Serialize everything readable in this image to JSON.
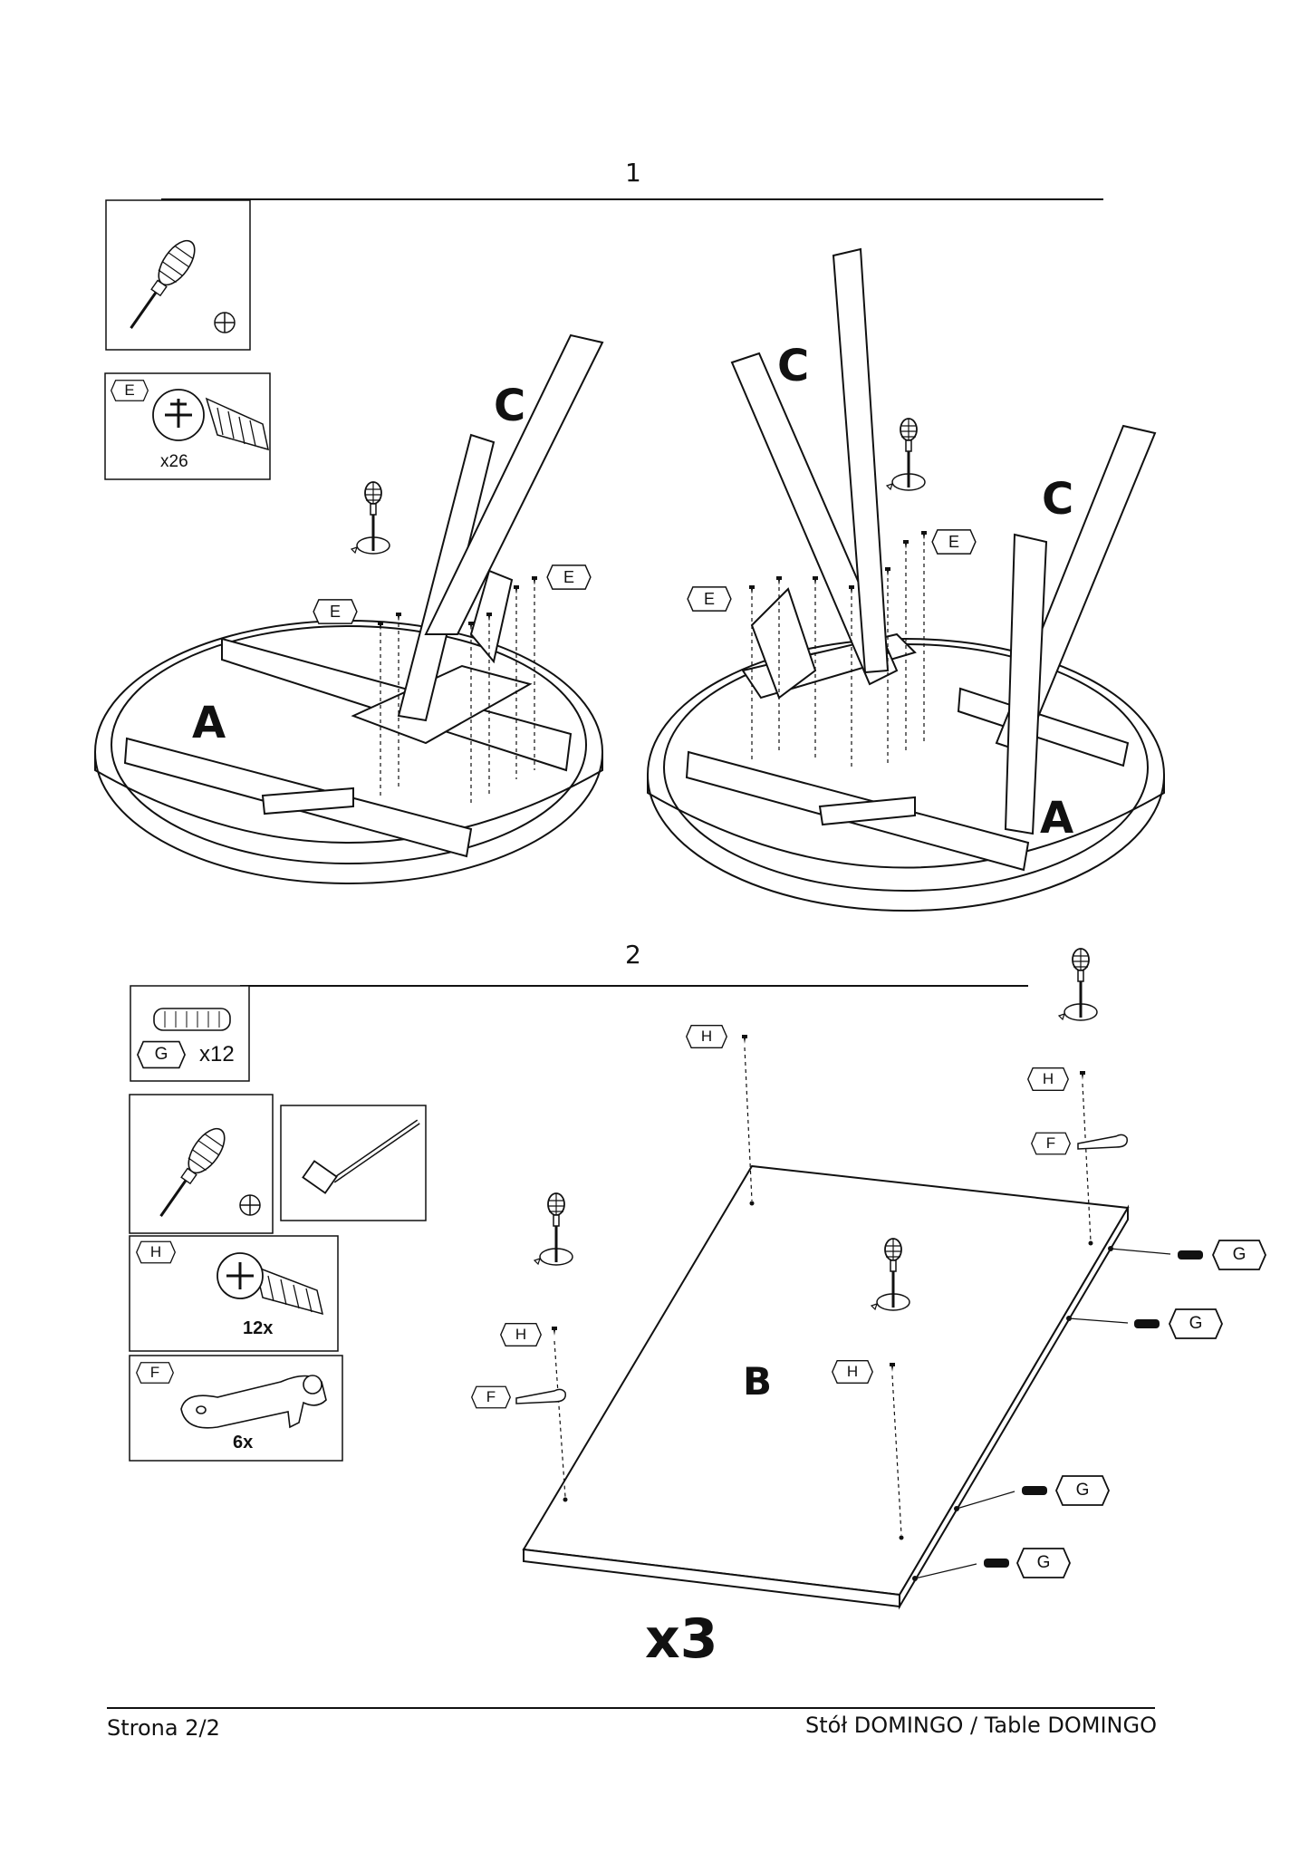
{
  "steps": [
    {
      "number": "1"
    },
    {
      "number": "2"
    }
  ],
  "parts": {
    "E": {
      "code": "E",
      "quantity": "x26"
    },
    "G": {
      "code": "G",
      "quantity": "x12"
    },
    "H": {
      "code": "H",
      "quantity": "12x"
    },
    "F": {
      "code": "F",
      "quantity": "6x"
    }
  },
  "labels": {
    "part_a": "A",
    "part_b": "B",
    "part_c": "C",
    "multiplier": "x3"
  },
  "tools": [
    "phillips-screwdriver",
    "hammer"
  ],
  "footer": {
    "page": "Strona 2/2",
    "product": "Stół DOMINGO / Table DOMINGO"
  }
}
